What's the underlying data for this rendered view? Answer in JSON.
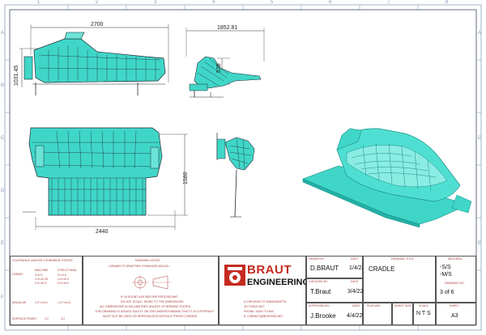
{
  "drawing": {
    "dims": {
      "side_length": "2700",
      "side_height": "1031.45",
      "end_width": "1852.81",
      "end_height": "535",
      "plan_length": "2440",
      "plan_width": "1580"
    }
  },
  "tolerance": {
    "title": "TOLERANCE UNLESS OTHERWISE STATED",
    "linear_label": "LINEAR",
    "angular_label": "ANGULAR",
    "surface_label": "SURFACE FINISH",
    "machine_head": "MACHINE",
    "struct_head": "STRUCTURAL",
    "m1": "0<0.5",
    "m2": "1.0<±0.25",
    "m3": "2.0<±0.5",
    "s1": "0<±1.0",
    "s2": "1.0<±2.0",
    "s3": "5.0<±5.0",
    "ang_m": "1.0°<±0.5",
    "ang_s": "1.0°<±0.5",
    "surf_val": "3.2",
    "surf_val2": "3.2"
  },
  "notes": {
    "title": "DRAWING NOTES",
    "line1": "--DRAWN TO DRAFTING STANDARD AS1100--",
    "line2": "IF IN DOUBT ASK BEFORE PROCEEDING",
    "line3": "DO NOT SCALE. WORK TO THE DIMENSIONS",
    "line4": "ALL DIMENSIONS IN MILLIMETRES UNLESS OTHERWISE STATED",
    "line5": "THIS DRAWING IS ISSUED SOLELY ON THE UNDERSTANDING THAT IT IS COPYRIGHT",
    "line6": "MUST NOT BE USED OR REPRODUCED WITHOUT PRIOR CONSENT"
  },
  "logo": {
    "text_main": "BRAUT",
    "text_sub": "ENGINEERING"
  },
  "address": {
    "l1": "5 CHEVRON ST WANGARATTA",
    "l2": "VICTORIA 3677",
    "l3": "PHONE: 0429 774 840",
    "l4": "E: d.braut@bigpond.net"
  },
  "titleblock": {
    "drawn_label": "DRAWN BY",
    "drawn_by": "D.BRAUT",
    "date_label": "DATE",
    "drawn_date": "1/4/22",
    "checked_label": "CHECKED BY",
    "checked_by": "T.Braut",
    "checked_date": "3/4/22",
    "approved_label": "APPROVED BY",
    "approved_by": "J.Brooke",
    "approved_date": "4/4/22",
    "title_label": "DRAWING TITLE",
    "title": "CRADLE",
    "material_label": "MATERIAL",
    "material1": "-S/S",
    "material2": "-M/S",
    "drawing_no_label": "DRAWING No.",
    "sheet": "3 of 6",
    "feature_label": "FEATURE",
    "sheet_size_label": "SHEET SIZE",
    "scale_label": "SCALE",
    "scale": "N T S",
    "sheet_label": "SHEET",
    "sheet_val": "A3"
  },
  "grid": {
    "top": [
      "1",
      "2",
      "3",
      "4",
      "5",
      "6",
      "7",
      "8"
    ],
    "side": [
      "A",
      "B",
      "C",
      "D",
      "E",
      "F"
    ]
  },
  "colors": {
    "model": "#3fd6c8",
    "model_dark": "#1a8f86",
    "line": "#1f2a33",
    "logo_red": "#c42a1f"
  }
}
